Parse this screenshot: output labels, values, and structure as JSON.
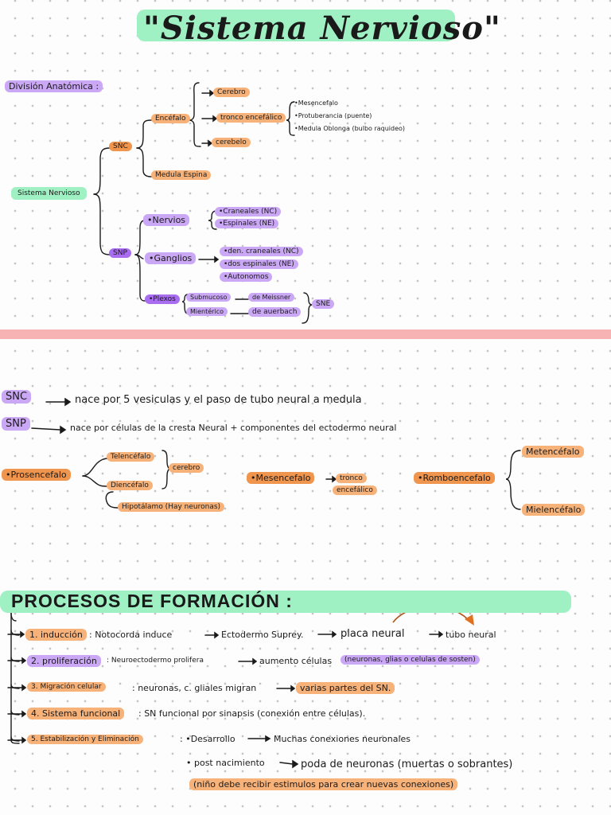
{
  "title": "\"Sistema Nervioso\"",
  "anatomica": {
    "heading": "División Anatómica :",
    "root": "Sistema Nervioso",
    "snc": "SNC",
    "encefalo": "Encéfalo",
    "cerebro": "Cerebro",
    "tronco": "tronco encefálico",
    "cerebelo": "cerebelo",
    "mesencefalo": "•Mesencefalo",
    "protuberancia": "•Protuberancia (puente)",
    "medula_oblonga": "•Medula Oblonga (bulbo raquideo)",
    "medula_espina": "Medula Espina",
    "snp": "SNP",
    "nervios": "•Nervios",
    "craneales": "•Craneales (NC)",
    "espinales": "•Espinales (NE)",
    "ganglios": "•Ganglios",
    "gang_craneales": "•den. craneales (NC)",
    "gang_espinales": "•dos espinales (NE)",
    "autonomos": "•Autonomos",
    "plexos": "•Plexos",
    "submucoso": "Submucoso",
    "meissner": "de Meissner",
    "mienterico": "Mientérico",
    "auerbach": "de auerbach",
    "sne": "SNE"
  },
  "origen": {
    "snc_label": "SNC",
    "snc_text": "nace por 5 vesiculas y el paso de tubo neural a medula",
    "snp_label": "SNP",
    "snp_text": "nace por células de la cresta Neural + componentes del ectodermo neural",
    "prosencefalo": "•Prosencefalo",
    "telencefalo": "Telencéfalo",
    "diencefalo": "Diencéfalo",
    "cerebro": "cerebro",
    "hipotalamo": "Hipotálamo (Hay neuronas)",
    "mesencefalo": "•Mesencefalo",
    "tronco_1": "tronco",
    "tronco_2": "encefálico",
    "rombencefalo": "•Romboencefalo",
    "metencefalo": "Metencéfalo",
    "mielencefalo": "Mielencéfalo"
  },
  "procesos": {
    "heading": "PROCESOS DE FORMACIÓN :",
    "p1_label": "1. inducción",
    "p1_a": ": Notocorda induce",
    "p1_b": "Ectodermo Suprey.",
    "p1_c": "placa neural",
    "p1_d": "tubo neural",
    "p2_label": "2. proliferación",
    "p2_a": ": Neuroectodermo prolifera",
    "p2_b": "aumento células",
    "p2_c": "(neuronas, glias o celulas de sosten)",
    "p3_label": "3. Migración celular",
    "p3_a": ": neuronas, c. gliales migran",
    "p3_b": "varias partes del SN.",
    "p4_label": "4. Sistema funcional",
    "p4_a": ": SN funcional por sinapsis (conexión entre células).",
    "p5_label": "5. Estabilización y Eliminación",
    "p5_a": ": •Desarrollo",
    "p5_b": "Muchas conexiones neuronales",
    "p5_c": "• post nacimiento",
    "p5_d": "poda de neuronas (muertas o sobrantes)",
    "p5_e": "(niño debe recibir estimulos para crear nuevas conexiones)"
  },
  "colors": {
    "green": "#9ff0c2",
    "purple": "#cba8f5",
    "orange": "#f7b27a",
    "divider": "#f7b3b3"
  }
}
